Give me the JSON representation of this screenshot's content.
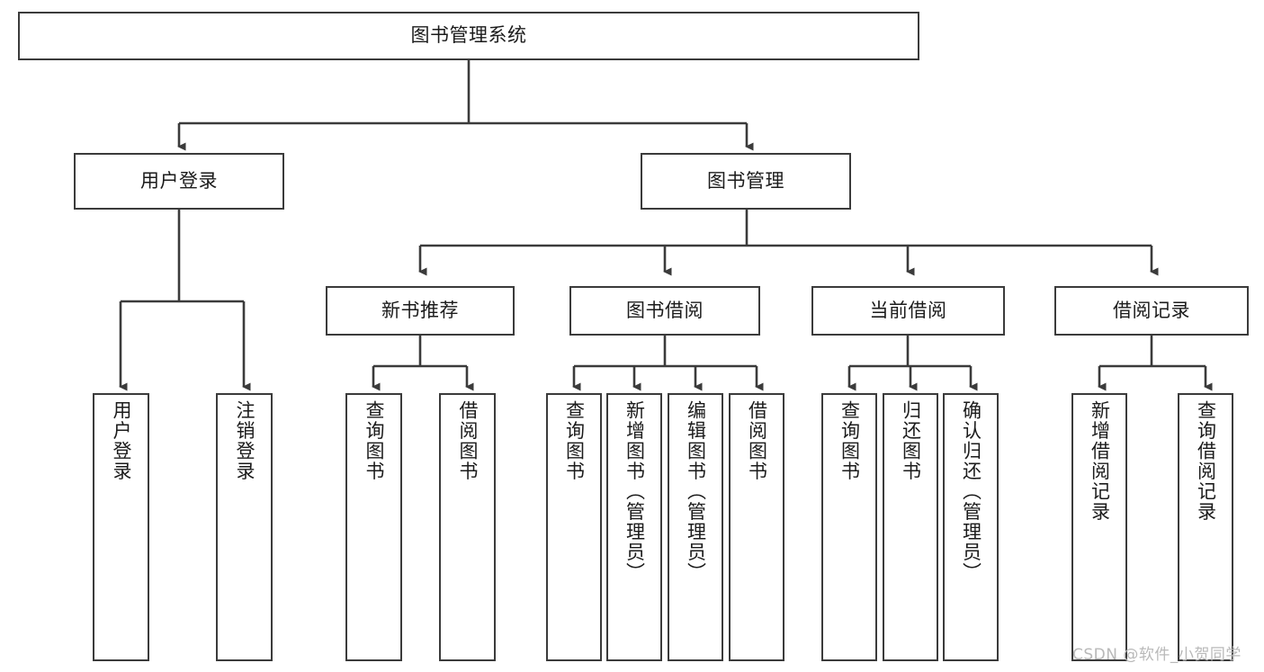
{
  "diagram": {
    "type": "tree",
    "title": "图书管理系统",
    "colors": {
      "box_border": "#3b3b3b",
      "box_fill": "#ffffff",
      "edge": "#3b3b3b",
      "text": "#1b1b1b",
      "watermark": "#b9b9b9",
      "background": "#ffffff"
    },
    "root": {
      "label": "图书管理系统"
    },
    "level2": [
      {
        "label": "用户登录"
      },
      {
        "label": "图书管理"
      }
    ],
    "level3": [
      {
        "label": "新书推荐"
      },
      {
        "label": "图书借阅"
      },
      {
        "label": "当前借阅"
      },
      {
        "label": "借阅记录"
      }
    ],
    "leaves": {
      "user_login": [
        {
          "label": "用户登录"
        },
        {
          "label": "注销登录"
        }
      ],
      "new_book_recommend": [
        {
          "label": "查询图书"
        },
        {
          "label": "借阅图书"
        }
      ],
      "book_borrow": [
        {
          "label": "查询图书"
        },
        {
          "label": "新增图书（管理员）"
        },
        {
          "label": "编辑图书（管理员）"
        },
        {
          "label": "借阅图书"
        }
      ],
      "current_borrow": [
        {
          "label": "查询图书"
        },
        {
          "label": "归还图书"
        },
        {
          "label": "确认归还（管理员）"
        }
      ],
      "borrow_record": [
        {
          "label": "新增借阅记录"
        },
        {
          "label": "查询借阅记录"
        }
      ]
    },
    "watermark": "CSDN @软件_小贺同学"
  }
}
